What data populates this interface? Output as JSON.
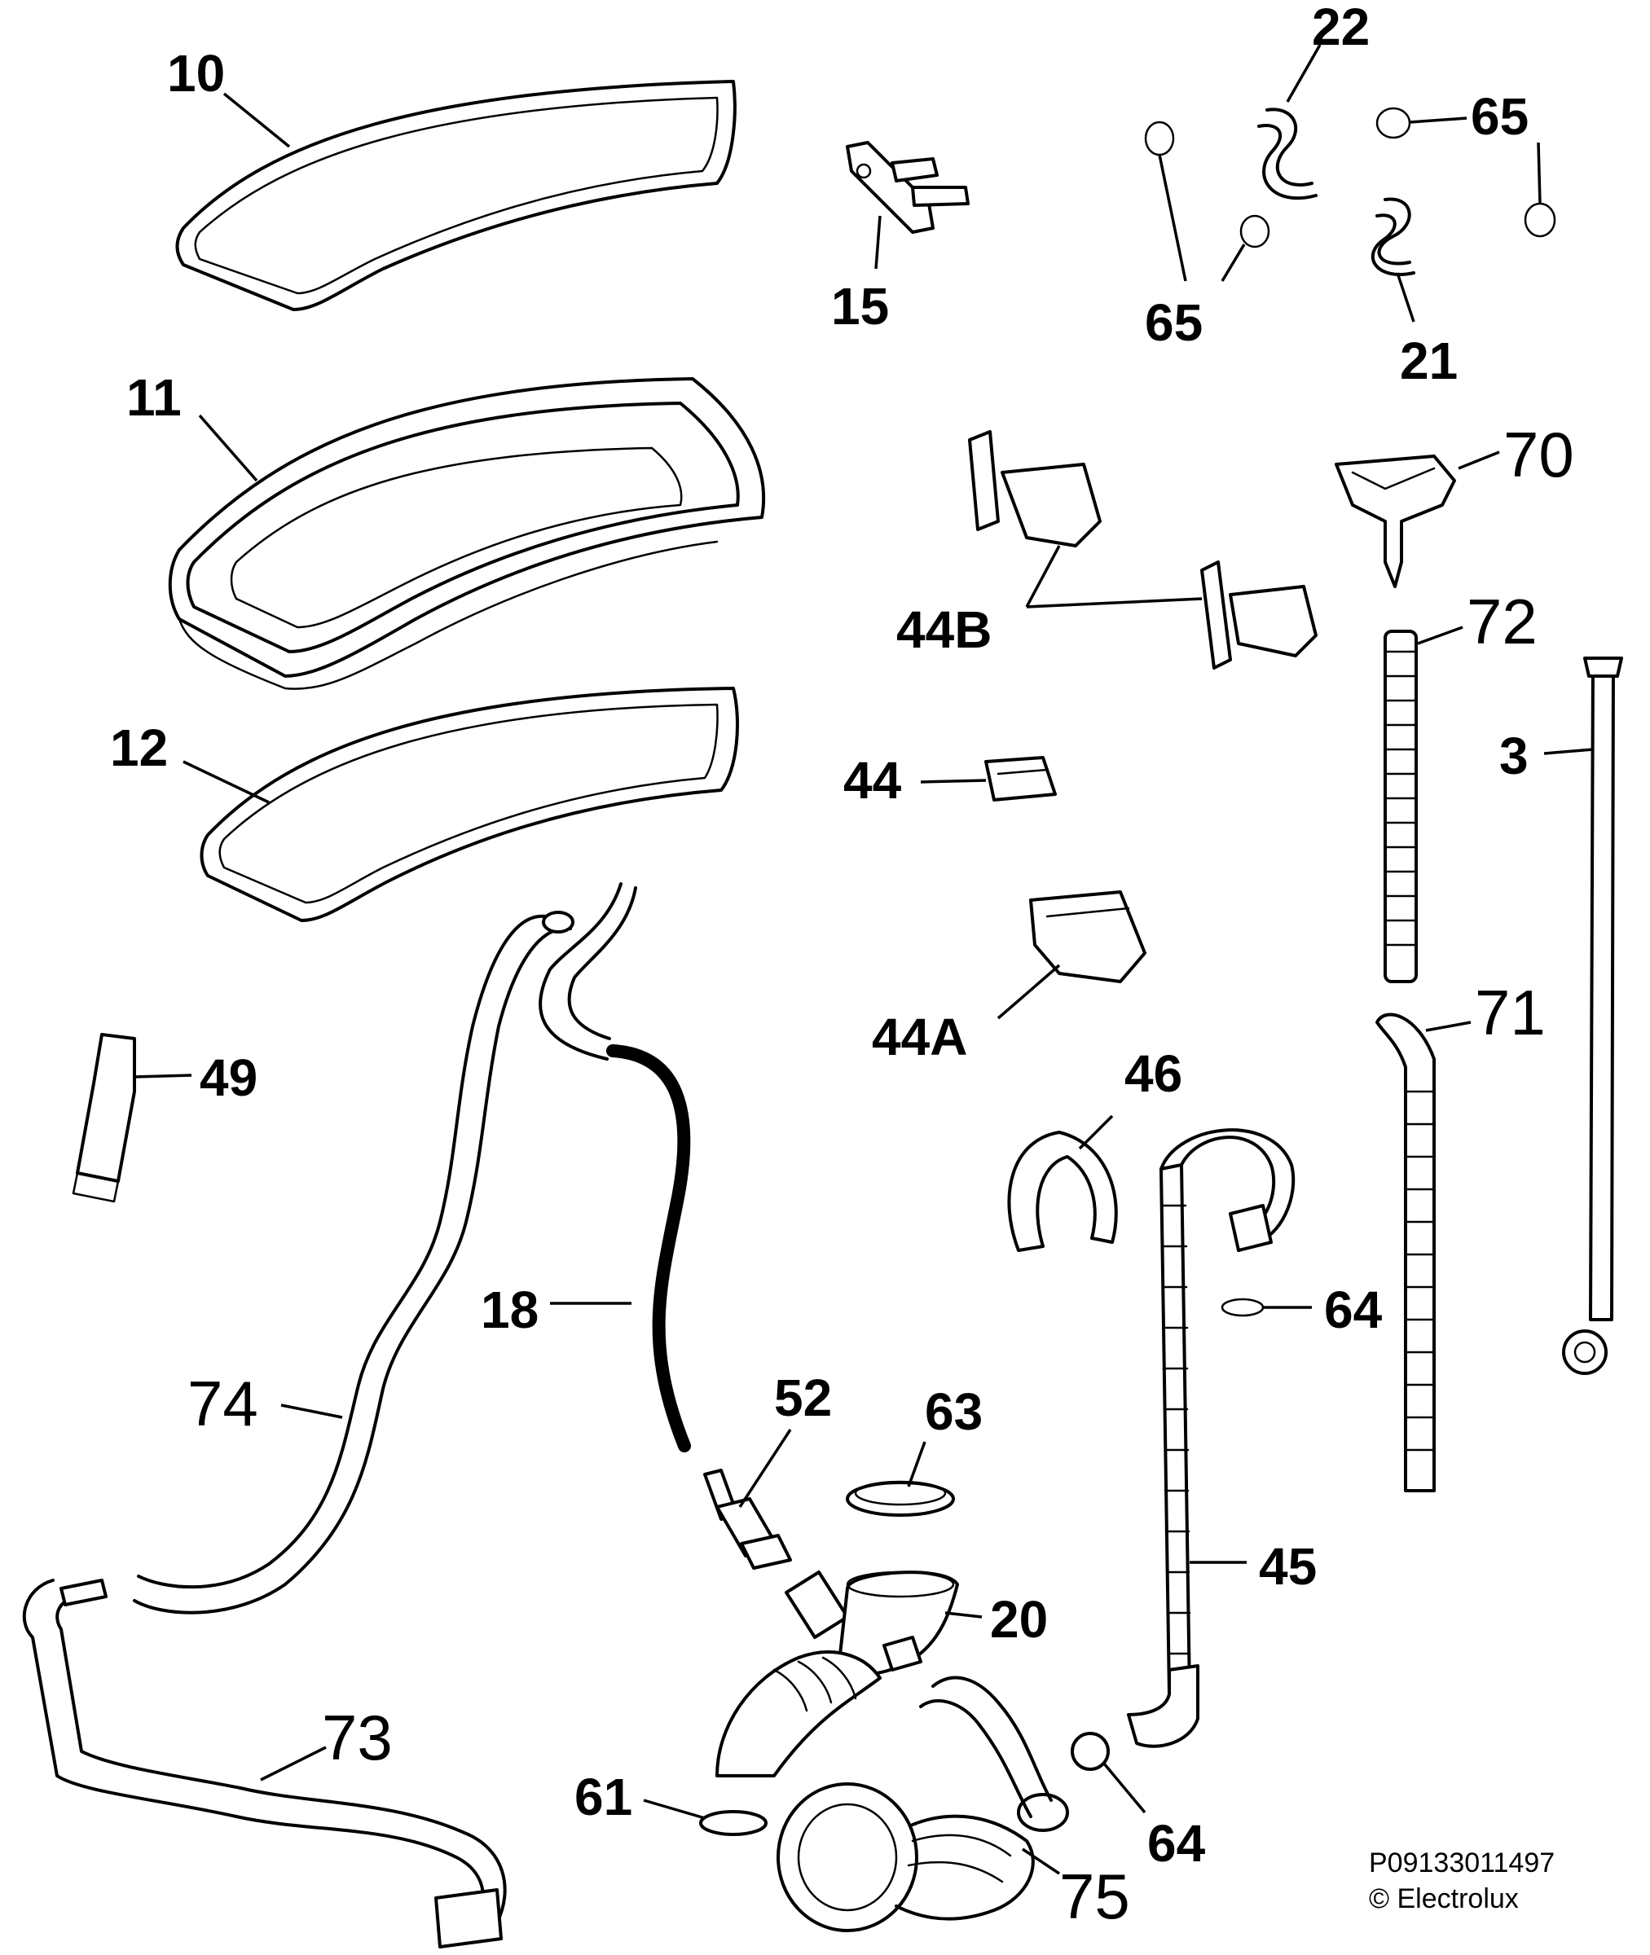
{
  "diagram": {
    "labels": [
      {
        "key": "p10",
        "text": "10"
      },
      {
        "key": "p11",
        "text": "11"
      },
      {
        "key": "p12",
        "text": "12"
      },
      {
        "key": "p15",
        "text": "15"
      },
      {
        "key": "p22",
        "text": "22"
      },
      {
        "key": "p65a",
        "text": "65"
      },
      {
        "key": "p65b",
        "text": "65"
      },
      {
        "key": "p21",
        "text": "21"
      },
      {
        "key": "p70",
        "text": "70"
      },
      {
        "key": "p44b",
        "text": "44B"
      },
      {
        "key": "p72",
        "text": "72"
      },
      {
        "key": "p3",
        "text": "3"
      },
      {
        "key": "p44",
        "text": "44"
      },
      {
        "key": "p44a",
        "text": "44A"
      },
      {
        "key": "p71",
        "text": "71"
      },
      {
        "key": "p49",
        "text": "49"
      },
      {
        "key": "p46",
        "text": "46"
      },
      {
        "key": "p18",
        "text": "18"
      },
      {
        "key": "p64a",
        "text": "64"
      },
      {
        "key": "p74",
        "text": "74"
      },
      {
        "key": "p52",
        "text": "52"
      },
      {
        "key": "p63",
        "text": "63"
      },
      {
        "key": "p45",
        "text": "45"
      },
      {
        "key": "p20",
        "text": "20"
      },
      {
        "key": "p73",
        "text": "73"
      },
      {
        "key": "p61",
        "text": "61"
      },
      {
        "key": "p64b",
        "text": "64"
      },
      {
        "key": "p75",
        "text": "75"
      }
    ],
    "reference_code": "P09133011497",
    "copyright": "© Electrolux"
  }
}
